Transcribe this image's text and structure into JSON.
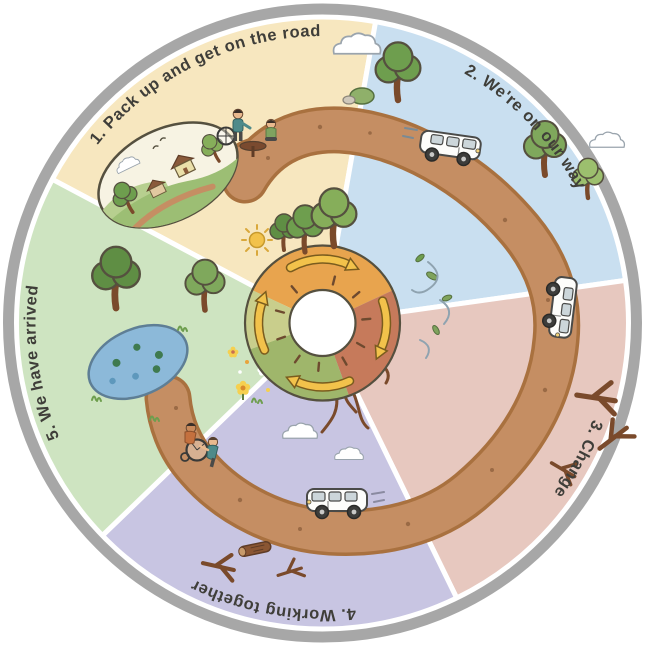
{
  "diagram": {
    "type": "cycle-wheel",
    "segments": [
      {
        "number": 1,
        "label": "1. Pack up and get on the road",
        "color": "#F7E7BF",
        "icons": [
          "map-island-icon",
          "people-at-table-icon",
          "wheelchair-icon"
        ]
      },
      {
        "number": 2,
        "label": "2. We're on our way",
        "color": "#C9DFF0",
        "icons": [
          "van-icon",
          "tree-icon",
          "cloud-icon"
        ]
      },
      {
        "number": 3,
        "label": "3. Change",
        "color": "#E7C8BF",
        "icons": [
          "van-icon",
          "dead-branch-icon"
        ]
      },
      {
        "number": 4,
        "label": "4. Working together",
        "color": "#C8C5E2",
        "icons": [
          "car-icon",
          "log-icon",
          "dead-branch-icon"
        ]
      },
      {
        "number": 5,
        "label": "5. We have arrived",
        "color": "#CEE4C1",
        "icons": [
          "pond-icon",
          "tree-icon",
          "wheelchair-people-icon"
        ]
      }
    ],
    "center": {
      "icons": [
        "cycle-arrows-icon",
        "sun-icon",
        "tree-icon",
        "leaves-icon",
        "wind-icon",
        "flowers-icon",
        "roots-icon",
        "cloud-icon"
      ]
    },
    "colors": {
      "outer_ring": "#A7A7A7",
      "road": "#C58E63",
      "road_edge": "#A9713F",
      "hub_orange": "#E8A44E",
      "hub_salmon": "#C67A5B",
      "hub_green": "#9FB66B",
      "hub_light_green": "#C9CE8C",
      "arrow_yellow": "#F2C24B"
    }
  }
}
